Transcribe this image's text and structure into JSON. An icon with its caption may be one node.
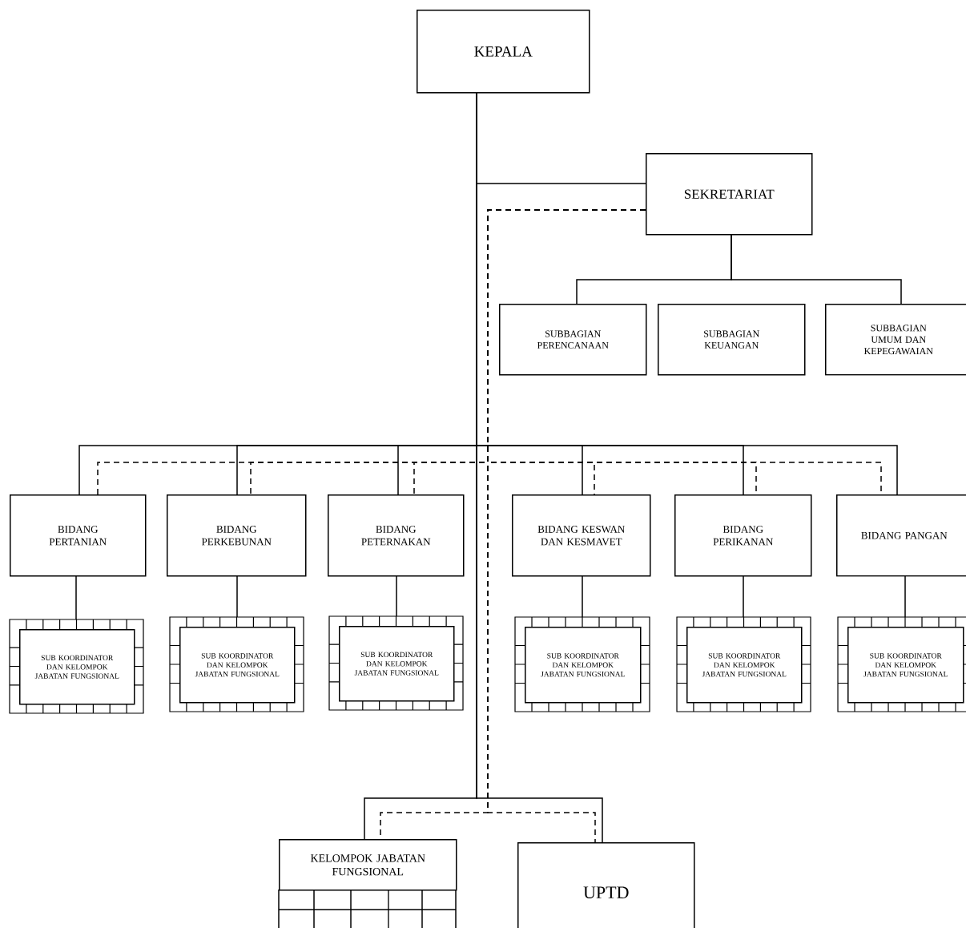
{
  "diagram": {
    "nodes": [
      {
        "text": [
          "KEPALA"
        ]
      },
      {
        "text": [
          "SEKRETARIAT"
        ]
      },
      {
        "text": [
          "SUBBAGIAN PERENCANAAN"
        ]
      },
      {
        "text": [
          "SUBBAGIAN KEUANGAN"
        ]
      },
      {
        "text": [
          "SUBBAGIAN UMUM DAN KEPEGAWAIAN"
        ]
      },
      {
        "text": [
          "BIDANG PERTANIAN"
        ]
      },
      {
        "text": [
          "BIDANG PERKEBUNAN"
        ]
      },
      {
        "text": [
          "BIDANG PETERNAKAN"
        ]
      },
      {
        "text": [
          "BIDANG KESWAN DAN KESMAVET"
        ]
      },
      {
        "text": [
          "BIDANG PERIKANAN"
        ]
      },
      {
        "text": [
          "BIDANG PANGAN"
        ]
      },
      {
        "text": [
          "SUB KOORDINATOR DAN KELOMPOK JABATAN FUNGSIONAL"
        ]
      },
      {
        "text": [
          "SUB KOORDINATOR DAN KELOMPOK JABATAN FUNGSIONAL"
        ]
      },
      {
        "text": [
          "SUB KOORDINATOR DAN KELOMPOK JABATAN FUNGSIONAL"
        ]
      },
      {
        "text": [
          "SUB KOORDINATOR DAN KELOMPOK JABATAN FUNGSIONAL"
        ]
      },
      {
        "text": [
          "SUB KOORDINATOR DAN KELOMPOK JABATAN FUNGSIONAL"
        ]
      },
      {
        "text": [
          "SUB KOORDINATOR DAN KELOMPOK JABATAN FUNGSIONAL"
        ]
      },
      {
        "text": [
          "KELOMPOK JABATAN FUNGSIONAL"
        ]
      },
      {
        "text": [
          "UPTD"
        ]
      }
    ],
    "edges": [
      {
        "from": 0,
        "to": 1,
        "arrow": "none"
      },
      {
        "from": 0,
        "to": 5,
        "arrow": "none"
      },
      {
        "from": 0,
        "to": 6,
        "arrow": "none"
      },
      {
        "from": 0,
        "to": 7,
        "arrow": "none"
      },
      {
        "from": 0,
        "to": 8,
        "arrow": "none"
      },
      {
        "from": 0,
        "to": 9,
        "arrow": "none"
      },
      {
        "from": 0,
        "to": 10,
        "arrow": "none"
      },
      {
        "from": 1,
        "to": 5,
        "arrow": "none",
        "style": "dashed"
      },
      {
        "from": 1,
        "to": 6,
        "arrow": "none",
        "style": "dashed"
      },
      {
        "from": 1,
        "to": 7,
        "arrow": "none",
        "style": "dashed"
      },
      {
        "from": 1,
        "to": 8,
        "arrow": "none",
        "style": "dashed"
      },
      {
        "from": 1,
        "to": 9,
        "arrow": "none",
        "style": "dashed"
      },
      {
        "from": 1,
        "to": 10,
        "arrow": "none",
        "style": "dashed"
      },
      {
        "from": 0,
        "to": 17,
        "arrow": "none"
      },
      {
        "from": 0,
        "to": 18,
        "arrow": "none"
      },
      {
        "from": 1,
        "to": 17,
        "arrow": "none",
        "style": "dashed"
      },
      {
        "from": 1,
        "to": 18,
        "arrow": "none",
        "style": "dashed"
      },
      {
        "from": 1,
        "to": 2,
        "arrow": "none"
      },
      {
        "from": 1,
        "to": 4,
        "arrow": "none"
      },
      {
        "from": 5,
        "to": 11,
        "arrow": "none"
      },
      {
        "from": 6,
        "to": 12,
        "arrow": "none"
      },
      {
        "from": 7,
        "to": 13,
        "arrow": "none"
      },
      {
        "from": 8,
        "to": 14,
        "arrow": "none"
      },
      {
        "from": 9,
        "to": 15,
        "arrow": "none"
      },
      {
        "from": 10,
        "to": 16,
        "arrow": "none"
      }
    ]
  }
}
